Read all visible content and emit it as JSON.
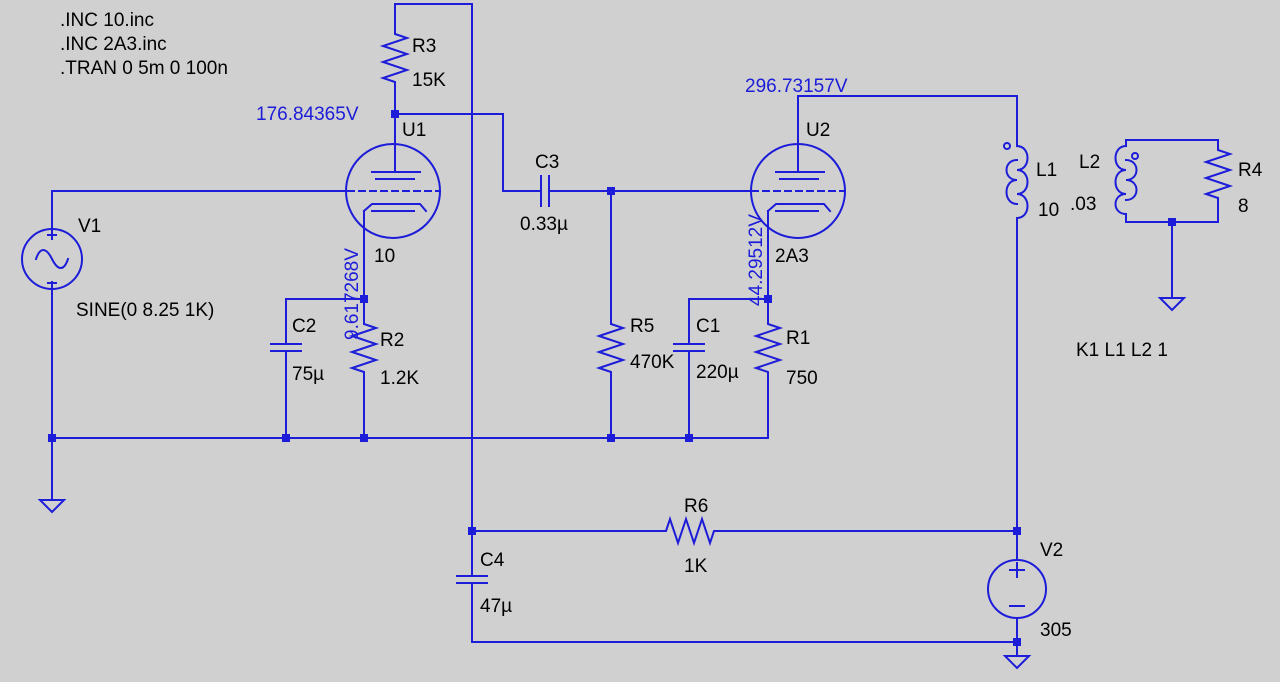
{
  "colors": {
    "background": "#d0d0d0",
    "wire": "#1c1cd9",
    "label": "#000000",
    "voltage_label": "#1c1cd9"
  },
  "directives": [
    ".INC 10.inc",
    ".INC 2A3.inc",
    ".TRAN 0 5m 0 100n"
  ],
  "coupling": "K1 L1 L2 1",
  "voltages": {
    "u1_plate": "176.84365V",
    "u2_plate": "296.73157V",
    "u1_cathode": "9.617268V",
    "u2_cathode": "44.29512V"
  },
  "components": {
    "R3": {
      "name": "R3",
      "value": "15K"
    },
    "U1": {
      "name": "U1",
      "value": "10"
    },
    "V1": {
      "name": "V1",
      "value": "SINE(0 8.25 1K)"
    },
    "C2": {
      "name": "C2",
      "value": "75µ"
    },
    "R2": {
      "name": "R2",
      "value": "1.2K"
    },
    "C3": {
      "name": "C3",
      "value": "0.33µ"
    },
    "R5": {
      "name": "R5",
      "value": "470K"
    },
    "U2": {
      "name": "U2",
      "value": "2A3"
    },
    "C1": {
      "name": "C1",
      "value": "220µ"
    },
    "R1": {
      "name": "R1",
      "value": "750"
    },
    "L1": {
      "name": "L1",
      "value": "10"
    },
    "L2": {
      "name": "L2",
      "value": ".03"
    },
    "R4": {
      "name": "R4",
      "value": "8"
    },
    "R6": {
      "name": "R6",
      "value": "1K"
    },
    "C4": {
      "name": "C4",
      "value": "47µ"
    },
    "V2": {
      "name": "V2",
      "value": "305"
    }
  }
}
